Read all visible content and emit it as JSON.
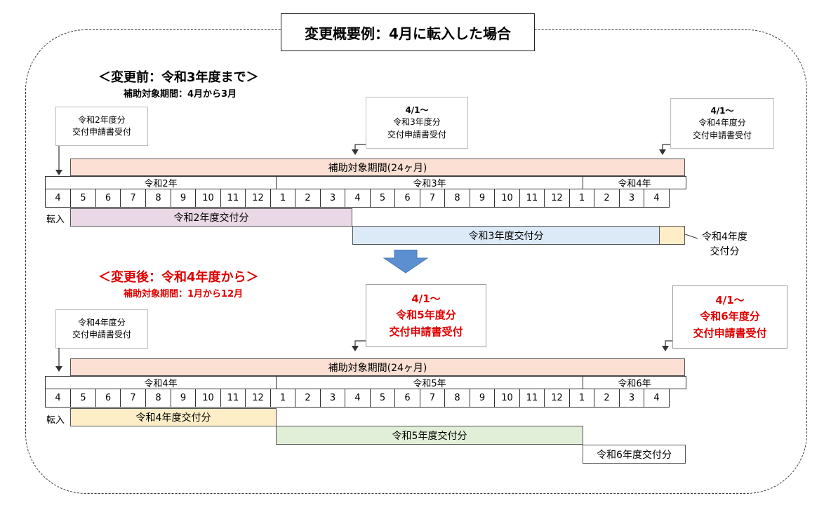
{
  "title": "変更概要例：4月に転入した場合",
  "months": [
    "4",
    "5",
    "6",
    "7",
    "8",
    "9",
    "10",
    "11",
    "12",
    "1",
    "2",
    "3",
    "4",
    "5",
    "6",
    "7",
    "8",
    "9",
    "10",
    "11",
    "12",
    "1",
    "2",
    "3",
    "4"
  ],
  "move_in_label": "転入",
  "before": {
    "heading": "＜変更前：令和3年度まで＞",
    "subheading": "補助対象期間：4月から3月",
    "note_left": [
      "令和2年度分",
      "交付申請書受付"
    ],
    "note_mid": [
      "4/1～",
      "令和3年度分",
      "交付申請書受付"
    ],
    "note_right": [
      "4/1～",
      "令和4年度分",
      "交付申請書受付"
    ],
    "span_label": "補助対象期間(24ヶ月)",
    "years": [
      "令和2年",
      "令和3年",
      "令和4年"
    ],
    "bars": [
      "令和2年度交付分",
      "令和3年度交付分"
    ],
    "side_label": [
      "令和4年度",
      "交付分"
    ]
  },
  "after": {
    "heading": "＜変更後：令和4年度から＞",
    "subheading": "補助対象期間：1月から12月",
    "note_left": [
      "令和4年度分",
      "交付申請書受付"
    ],
    "note_mid": [
      "4/1～",
      "令和5年度分",
      "交付申請書受付"
    ],
    "note_right": [
      "4/1～",
      "令和6年度分",
      "交付申請書受付"
    ],
    "span_label": "補助対象期間(24ヶ月)",
    "years": [
      "令和4年",
      "令和5年",
      "令和6年"
    ],
    "bars": [
      "令和4年度交付分",
      "令和5年度交付分",
      "令和6年度交付分"
    ]
  },
  "colors": {
    "span": "#fbe0d3",
    "pink": "#ead8e6",
    "blue": "#dce9f7",
    "yellow": "#fdeec8",
    "green": "#e2efd8",
    "accent_red": "#e00000",
    "arrow_blue": "#5b8fd0"
  },
  "icons": [
    "down-arrow-icon",
    "connector-arrow-icon"
  ]
}
